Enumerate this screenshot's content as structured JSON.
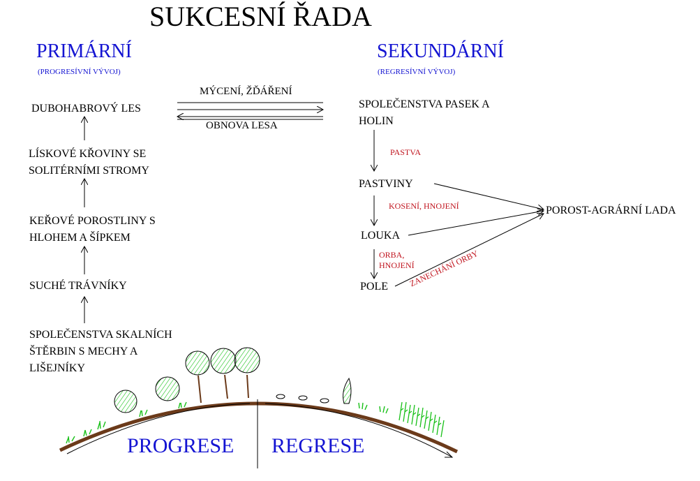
{
  "title": "SUKCESNÍ ŘADA",
  "primary": {
    "heading": "PRIMÁRNÍ",
    "subheading": "(PROGRESÍVNÍ VÝVOJ)",
    "stages": [
      "DUBOHABROVÝ LES",
      "LÍSKOVÉ KŘOVINY SE",
      "SOLITÉRNÍMI STROMY",
      "KEŘOVÉ POROSTLINY  S",
      "HLOHEM A ŠÍPKEM",
      "SUCHÉ TRÁVNÍKY",
      "SPOLEČENSTVA SKALNÍCH",
      "ŠTĚRBIN S MECHY A",
      "LIŠEJNÍKY"
    ]
  },
  "secondary": {
    "heading": "SEKUNDÁRNÍ",
    "subheading": "(REGRESÍVNÍ VÝVOJ)",
    "stages": [
      "SPOLEČENSTVA PASEK A",
      "HOLIN",
      "PASTVINY",
      "LOUKA",
      "POLE"
    ],
    "target": "POROST-AGRÁRNÍ LADA"
  },
  "transitions": {
    "forward": "MÝCENÍ, ŽĎÁŘENÍ",
    "backward": "OBNOVA LESA",
    "pasture": "PASTVA",
    "meadow": "KOSENÍ, HNOJENÍ",
    "field_1": "ORBA,",
    "field_2": "HNOJENÍ",
    "abandon": "ZANECHÁNÍ ORBY"
  },
  "bottom": {
    "left": "PROGRESE",
    "right": "REGRESE"
  },
  "colors": {
    "blue": "#1414d2",
    "red": "#c0141e",
    "soil": "#6b3a1a",
    "grass": "#18c018"
  }
}
